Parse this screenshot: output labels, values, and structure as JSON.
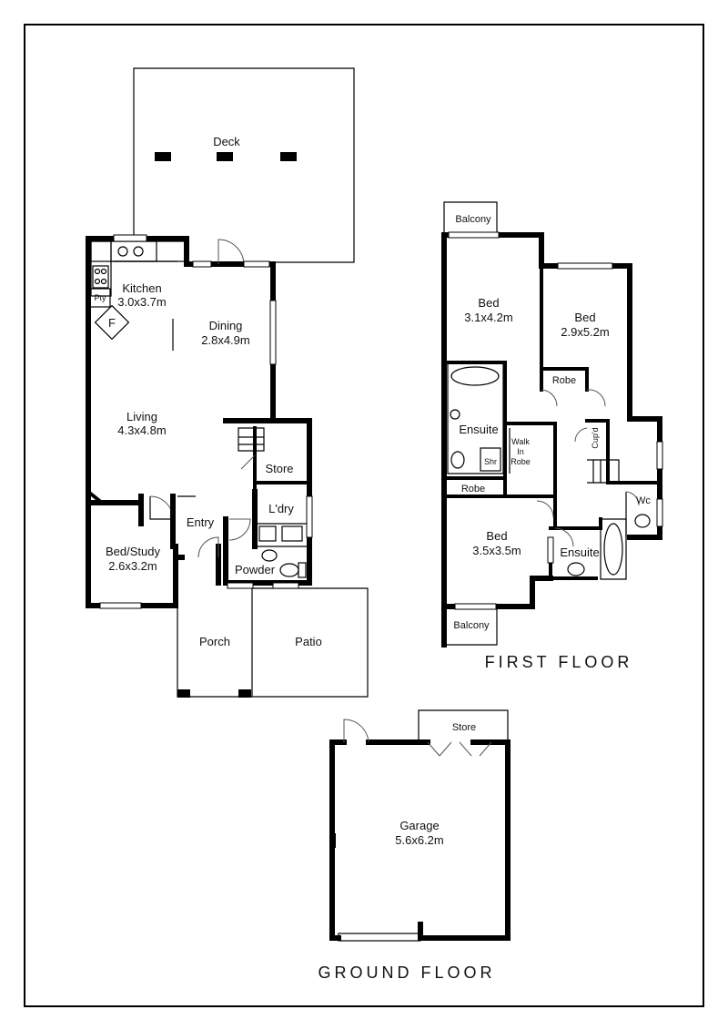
{
  "titles": {
    "first_floor": "FIRST FLOOR",
    "ground_floor": "GROUND FLOOR"
  },
  "ground": {
    "deck": "Deck",
    "kitchen": "Kitchen",
    "kitchen_size": "3.0x3.7m",
    "pty": "Pty",
    "fridge": "F",
    "dining": "Dining",
    "dining_size": "2.8x4.9m",
    "living": "Living",
    "living_size": "4.3x4.8m",
    "store": "Store",
    "laundry": "L'dry",
    "entry": "Entry",
    "powder": "Powder",
    "bed_study": "Bed/Study",
    "bed_study_size": "2.6x3.2m",
    "porch": "Porch",
    "patio": "Patio"
  },
  "first": {
    "balcony_top": "Balcony",
    "bed1": "Bed",
    "bed1_size": "3.1x4.2m",
    "bed2": "Bed",
    "bed2_size": "2.9x5.2m",
    "robe1": "Robe",
    "ensuite1": "Ensuite",
    "walk": "Walk",
    "in": "In",
    "robe_wir": "Robe",
    "shr": "Shr",
    "cupd": "Cup'd",
    "robe2": "Robe",
    "wc": "Wc",
    "bed3": "Bed",
    "bed3_size": "3.5x3.5m",
    "ensuite2": "Ensuite",
    "balcony_bottom": "Balcony"
  },
  "garage": {
    "store": "Store",
    "garage": "Garage",
    "garage_size": "5.6x6.2m"
  }
}
